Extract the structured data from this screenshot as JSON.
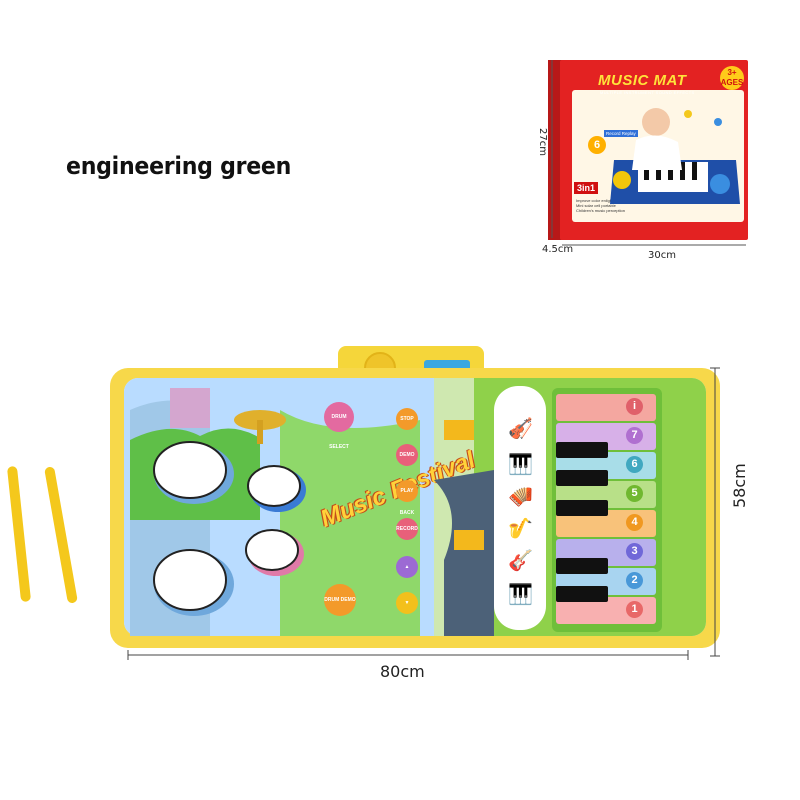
{
  "caption": "engineering green",
  "dimensions": {
    "box_height": "27cm",
    "box_width": "30cm",
    "box_depth": "4.5cm",
    "mat_width": "80cm",
    "mat_height": "58cm"
  },
  "box": {
    "title": "MUSIC MAT",
    "subtitle": "MULTIPLE INSTRUMENT SOUND EFFECTS",
    "age_badge": "3+ AGES",
    "mode_number": "6",
    "mode_label": "Record Replay",
    "three_in_one": "3in1",
    "features": [
      "Improve color enlightenment",
      "Mini solar cell portable",
      "Children's music perception"
    ]
  },
  "mat": {
    "festival_title": "Music Festival",
    "buttons": [
      "DRUM SELECT",
      "STOP",
      "DEMO",
      "PLAY BACK",
      "RECORD",
      "DRUM DEMO"
    ],
    "piano_key_numbers": [
      "i",
      "7",
      "6",
      "5",
      "4",
      "3",
      "2",
      "1"
    ]
  },
  "colors": {
    "box_red": "#e32222",
    "mat_yellow": "#f7d84a",
    "mat_green": "#8fd14a",
    "drumstick_yellow": "#f4c81c"
  }
}
